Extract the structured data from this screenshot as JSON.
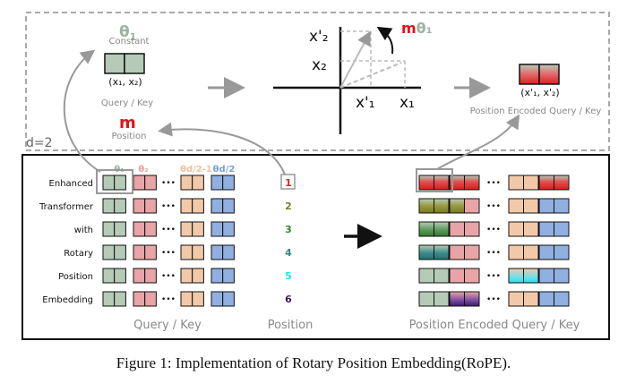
{
  "top_panel": {
    "theta_label": "θ",
    "theta_sub": "1",
    "constant_label": "Constant",
    "pair_label": "(x₁, x₂)",
    "query_key_label": "Query / Key",
    "m_label": "m",
    "position_label": "Position",
    "d_label": "d=2",
    "axis_labels": {
      "x2_prime": "x'₂",
      "x2": "x₂",
      "x1_prime": "x'₁",
      "x1": "x₁"
    },
    "rotation_label_m": "m",
    "rotation_label_theta": "θ₁",
    "encoded_pair_label": "(x'₁, x'₂)",
    "encoded_label": "Position Encoded Query / Key"
  },
  "bottom_panel": {
    "theta_headers": [
      "θ₁",
      "θ₂",
      "θd/2-1",
      "θd/2"
    ],
    "words": [
      "Enhanced",
      "Transformer",
      "with",
      "Rotary",
      "Position",
      "Embedding"
    ],
    "positions": [
      "1",
      "2",
      "3",
      "4",
      "5",
      "6"
    ],
    "query_key_caption": "Query / Key",
    "position_caption": "Position",
    "encoded_caption": "Position Encoded Query / Key",
    "dots": "•••"
  },
  "caption": "Figure 1: Implementation of Rotary Position Embedding(RoPE).",
  "colors": {
    "green_cell": "#b5cbb7",
    "pink_cell": "#e8a4a6",
    "peach_cell": "#f2c9a8",
    "blue_cell": "#8fb0e0",
    "theta1": "#9ab5a0",
    "theta2": "#e8a0a0",
    "theta3": "#f0c09a",
    "theta4": "#7d9fd6",
    "m_red": "#e0131a",
    "pos_colors": [
      "#e02020",
      "#808020",
      "#2e8b2e",
      "#2b8a8a",
      "#20e0f0",
      "#3a1a6a"
    ]
  }
}
